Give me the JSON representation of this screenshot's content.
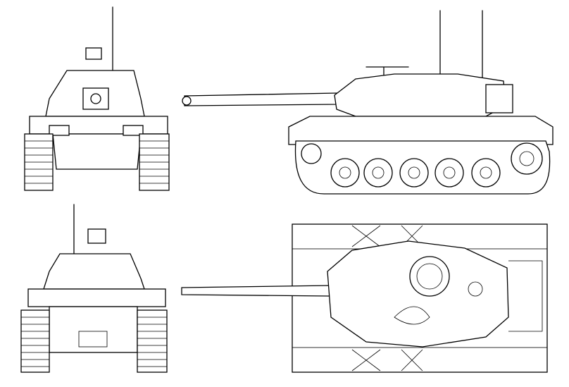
{
  "drawing": {
    "subject": "",
    "views": [
      "front",
      "side",
      "rear",
      "top"
    ],
    "colors": {
      "line": "#000000",
      "background": "#ffffff"
    }
  }
}
